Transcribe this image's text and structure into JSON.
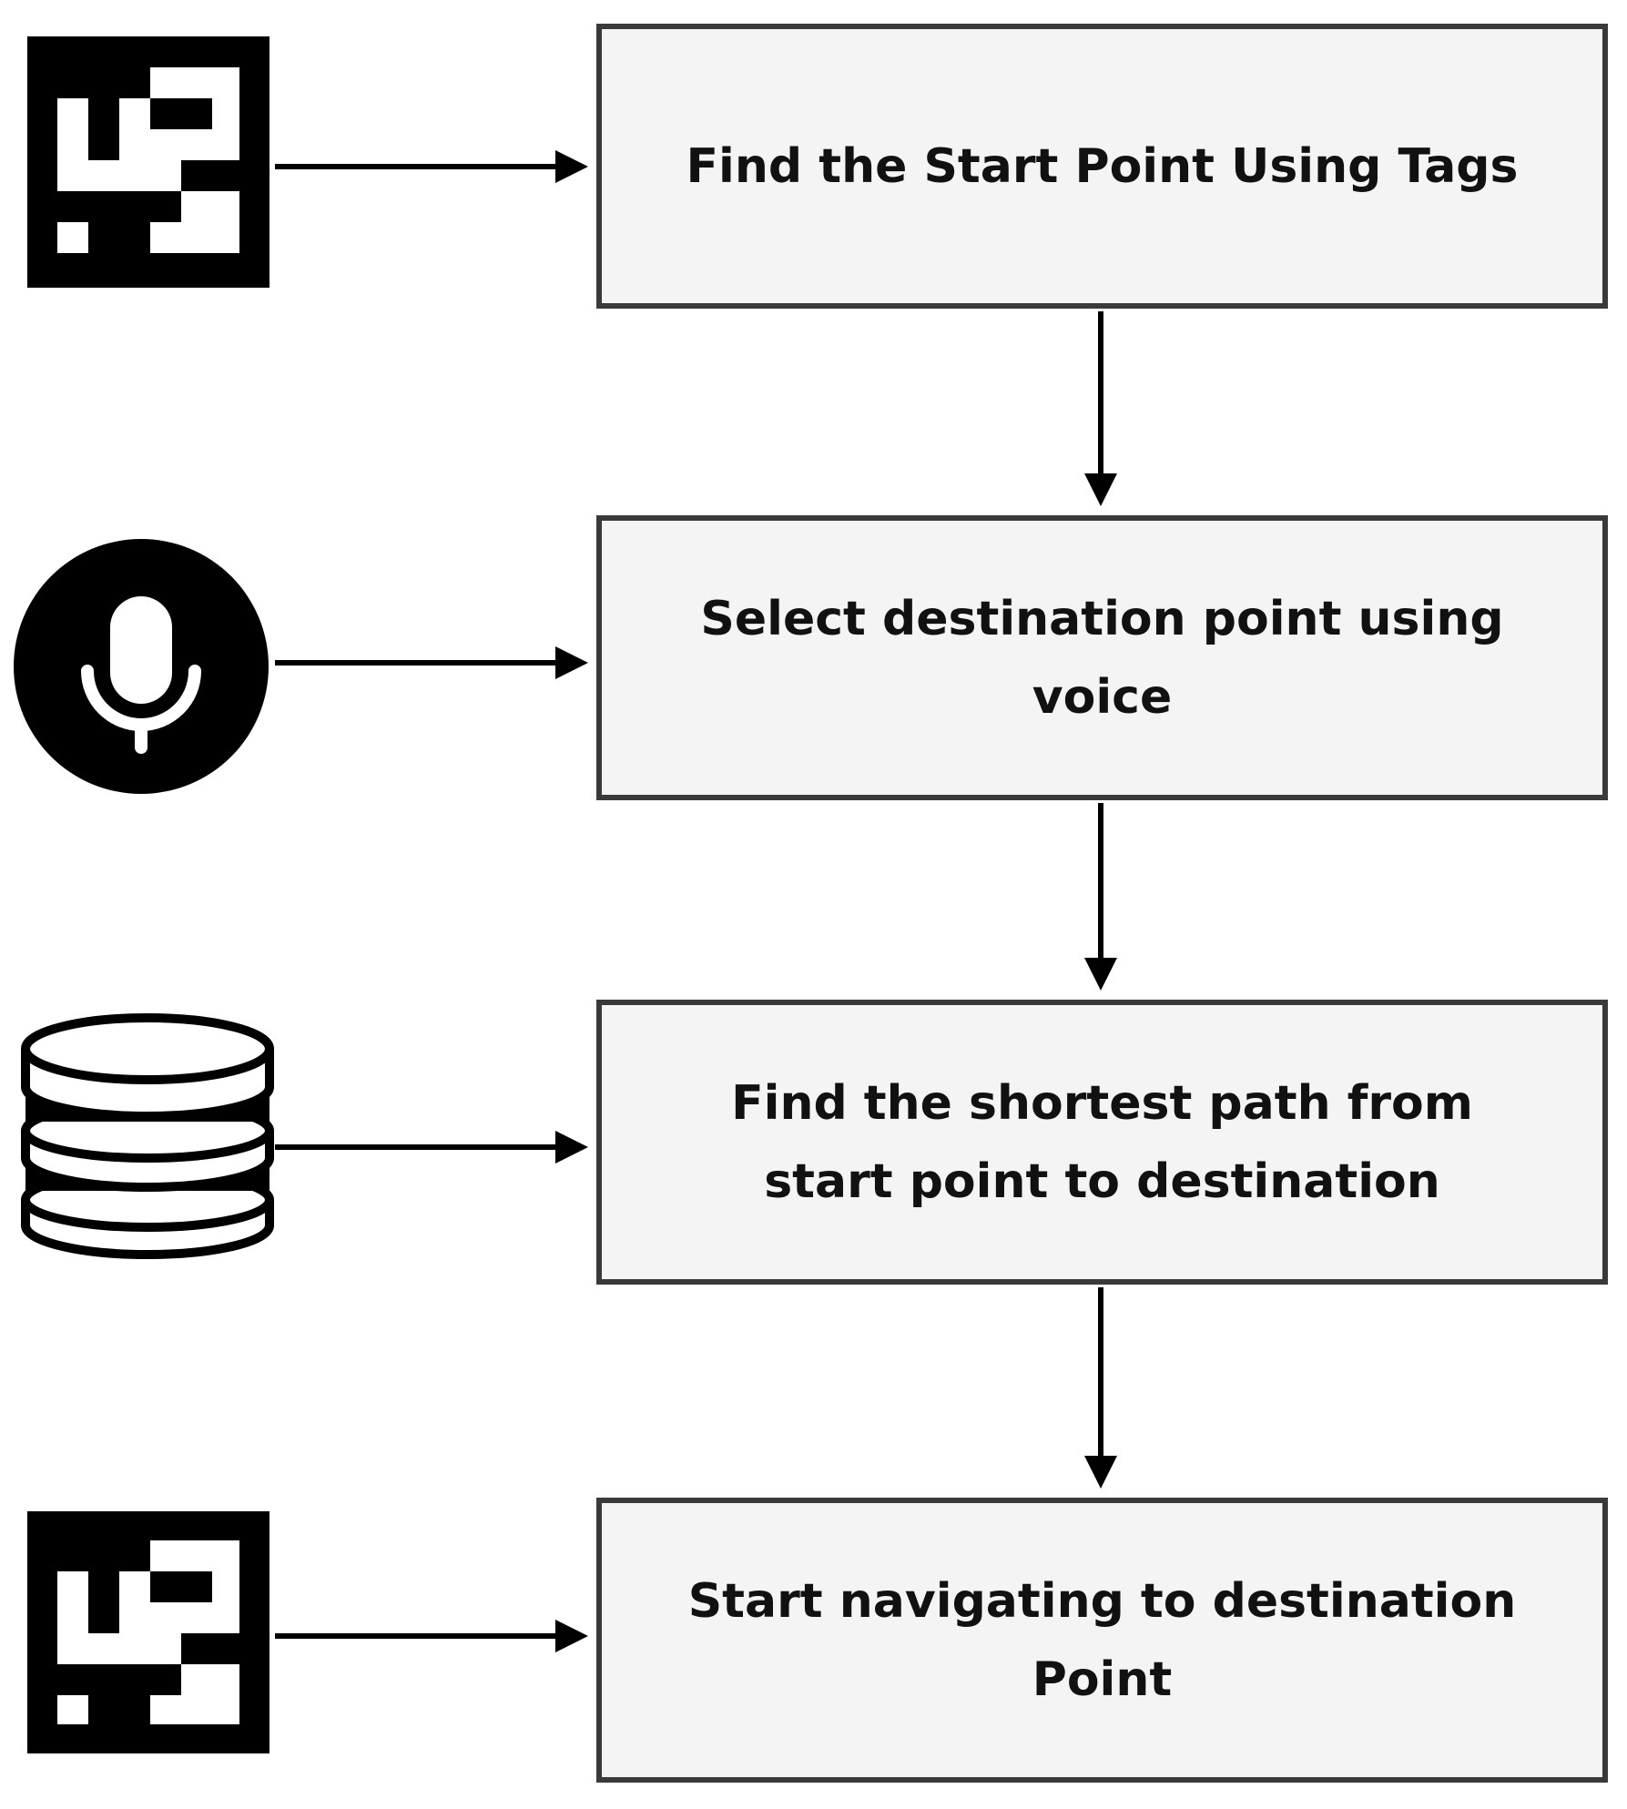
{
  "steps": [
    {
      "label": "Find the Start Point Using Tags",
      "icon": "marker-tag-icon"
    },
    {
      "label": "Select destination point using voice",
      "icon": "microphone-icon"
    },
    {
      "label": "Find the shortest path from start point to destination",
      "icon": "database-icon"
    },
    {
      "label": "Start navigating to destination Point",
      "icon": "marker-tag-icon"
    }
  ],
  "colors": {
    "box_fill": "#f4f4f4",
    "box_border": "#3a3a3a",
    "text": "#111111",
    "icon": "#000000",
    "arrow": "#000000"
  }
}
